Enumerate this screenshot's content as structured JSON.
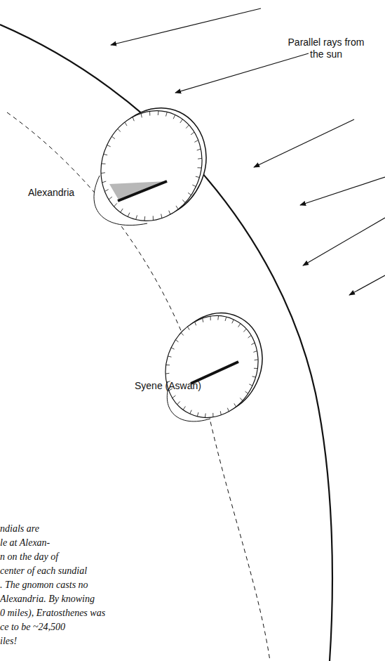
{
  "diagram": {
    "labels": [
      "Parallel rays from the sun",
      "Alexandria",
      "Syene (Aswan)",
      "ndials are",
      "le at Alexan-",
      "n on the day of",
      "center of each sundial",
      ". The gnomon casts no",
      "Alexandria. By knowing",
      "0 miles), Eratosthenes was",
      "ce to be ~24,500",
      "iles!"
    ]
  }
}
